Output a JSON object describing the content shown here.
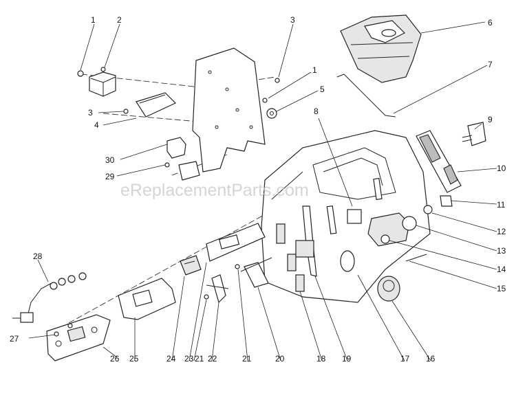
{
  "watermark": "eReplacementParts.com",
  "callouts": [
    "1",
    "2",
    "3",
    "1",
    "5",
    "6",
    "7",
    "8",
    "9",
    "10",
    "11",
    "12",
    "13",
    "14",
    "15",
    "3",
    "4",
    "30",
    "29",
    "28",
    "27",
    "26",
    "25",
    "24",
    "23",
    "21",
    "22",
    "21",
    "20",
    "18",
    "19",
    "17",
    "16"
  ]
}
